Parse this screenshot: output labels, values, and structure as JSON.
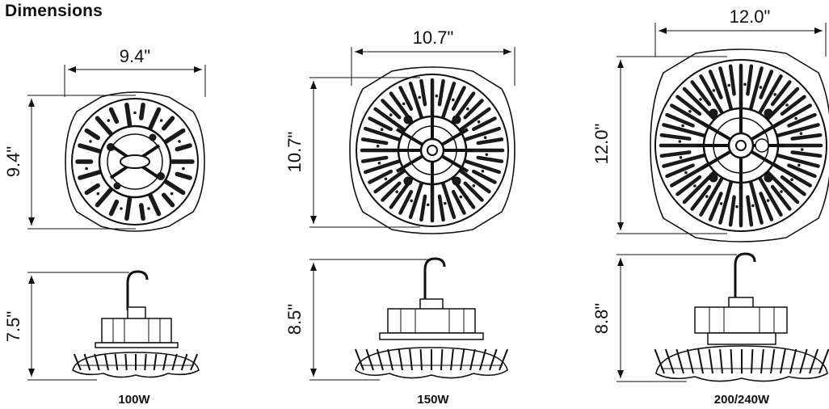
{
  "title": "Dimensions",
  "units": [
    {
      "model": "100W",
      "top_width": "9.4\"",
      "top_height": "9.4\"",
      "side_height": "7.5\""
    },
    {
      "model": "150W",
      "top_width": "10.7\"",
      "top_height": "10.7\"",
      "side_height": "8.5\""
    },
    {
      "model": "200/240W",
      "top_width": "12.0\"",
      "top_height": "12.0\"",
      "side_height": "8.8\""
    }
  ],
  "icons": {
    "top_view": "highbay-top-view-icon",
    "side_view": "highbay-side-view-icon"
  }
}
